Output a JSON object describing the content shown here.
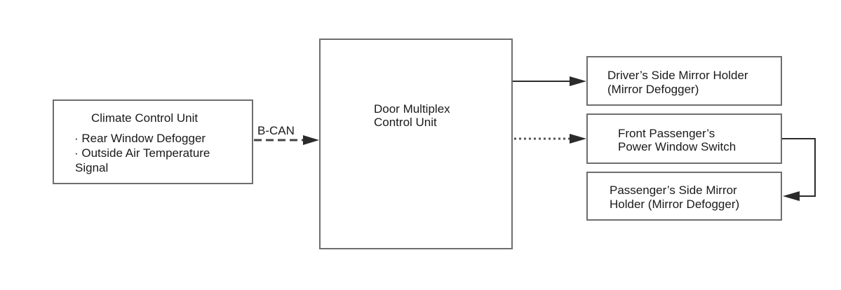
{
  "diagram": {
    "climate_unit": {
      "title": "Climate Control Unit",
      "line1": "· Rear Window Defogger",
      "line2": "· Outside Air Temperature",
      "line3": "Signal"
    },
    "bus_label": "B-CAN",
    "door_unit": {
      "line1": "Door Multiplex",
      "line2": "Control Unit"
    },
    "driver_mirror": {
      "line1": "Driver’s Side Mirror Holder",
      "line2": "(Mirror Defogger)"
    },
    "front_passenger_switch": {
      "line1": "Front Passenger’s",
      "line2": "Power Window Switch"
    },
    "passenger_mirror": {
      "line1": "Passenger’s Side Mirror",
      "line2": "Holder (Mirror Defogger)"
    },
    "colors": {
      "border": "#6e6e6e",
      "line": "#2b2b2b",
      "text": "#1a1a1a"
    }
  }
}
